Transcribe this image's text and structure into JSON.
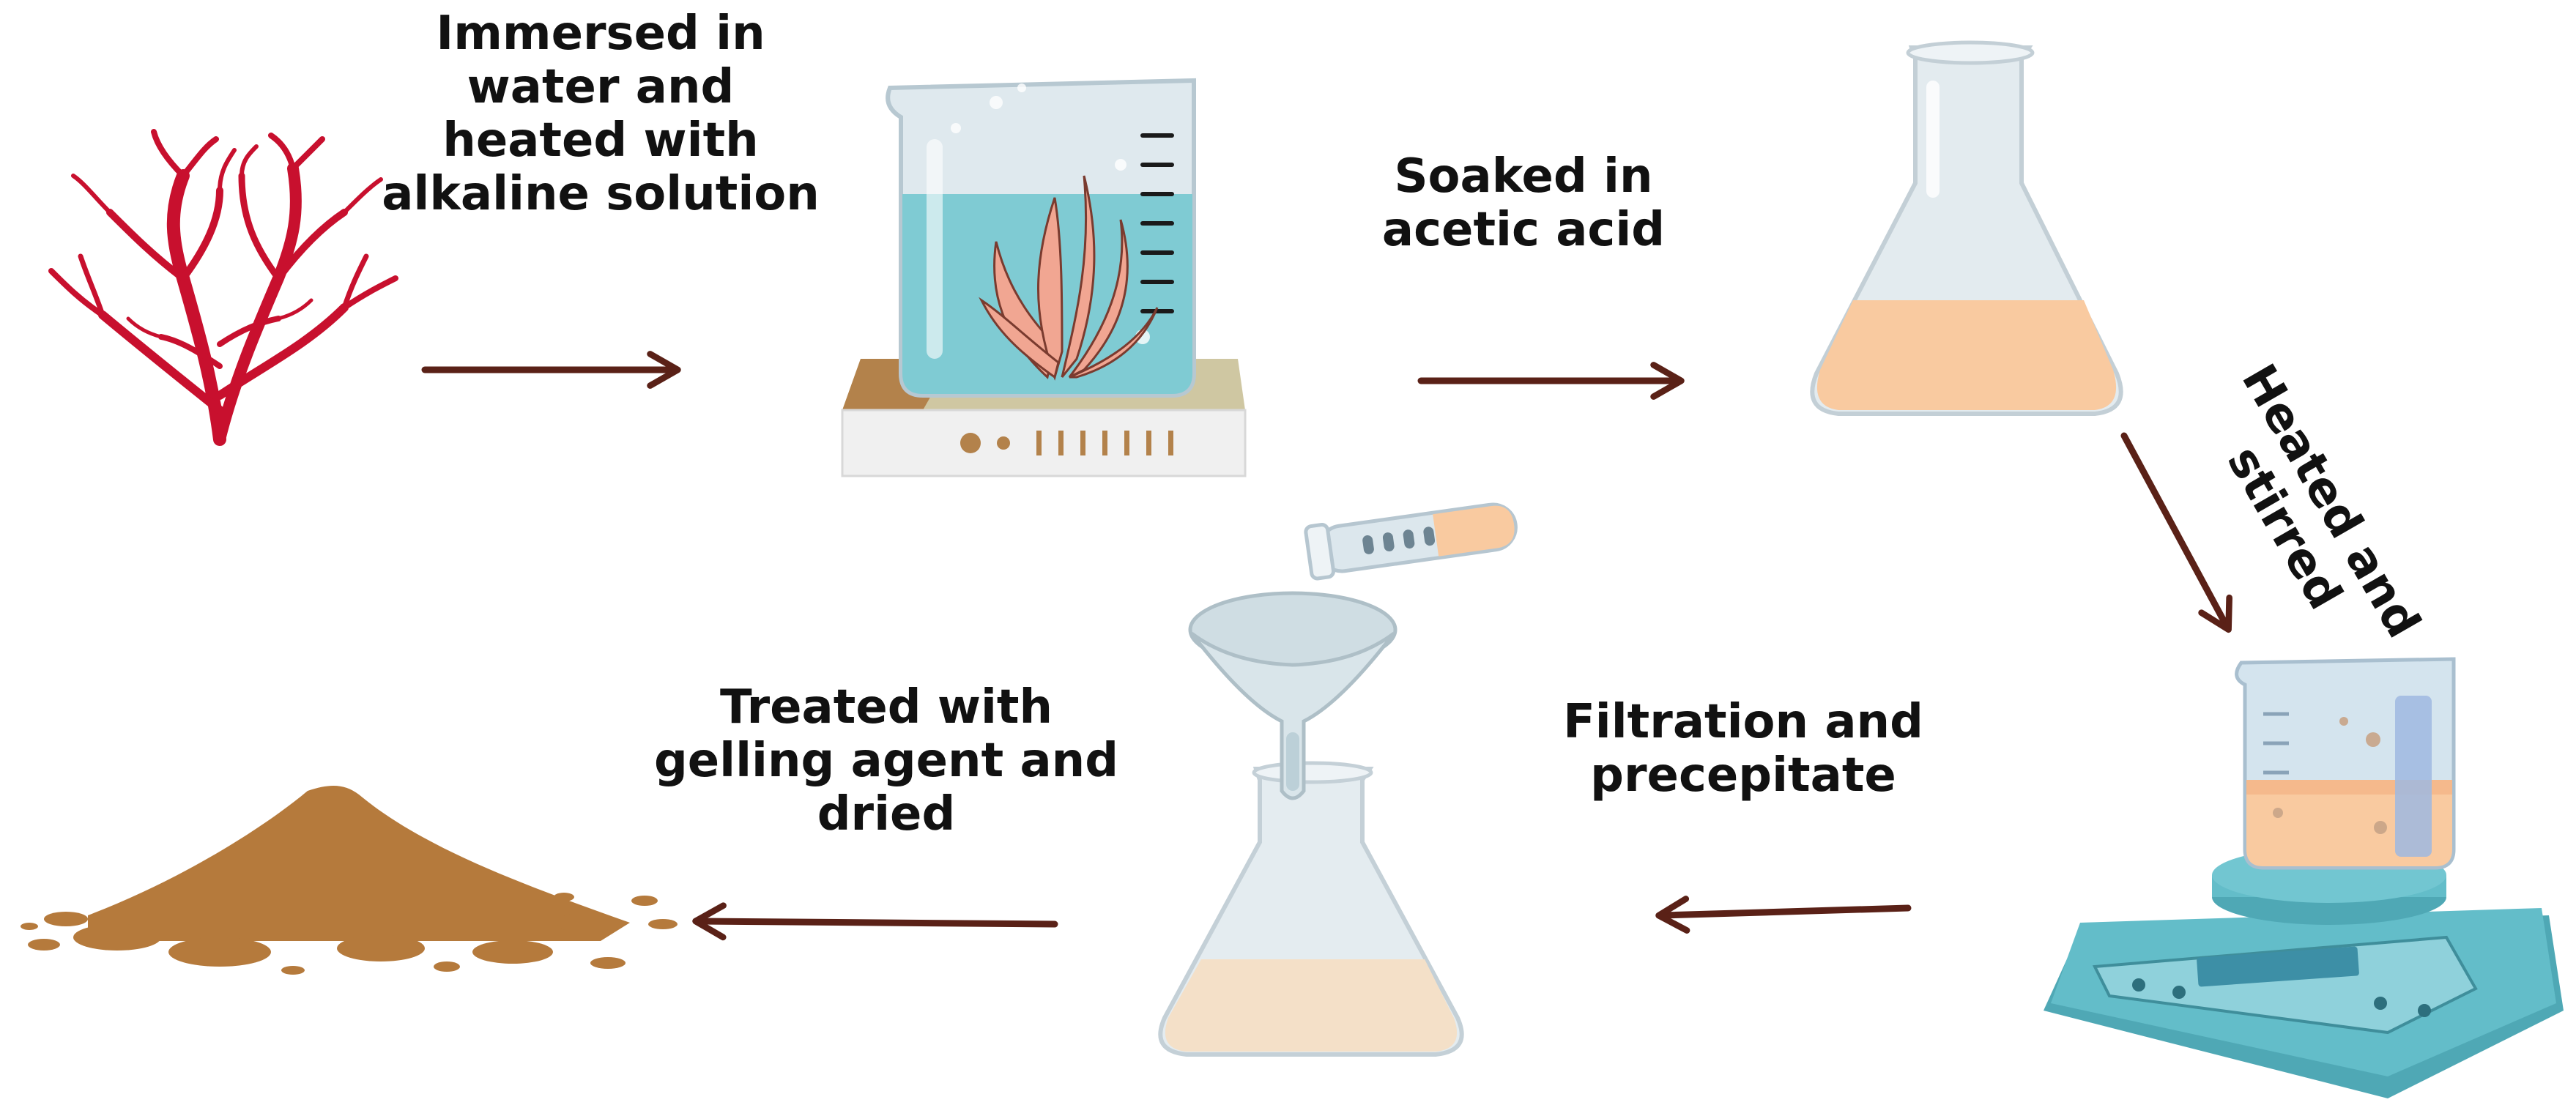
{
  "steps": [
    {
      "id": "step-1",
      "lines": [
        "Immersed in",
        "water and",
        "heated with",
        "alkaline solution"
      ]
    },
    {
      "id": "step-2",
      "lines": [
        "Soaked in",
        "acetic acid"
      ]
    },
    {
      "id": "step-3",
      "lines": [
        "Heated and",
        "stirred"
      ]
    },
    {
      "id": "step-4",
      "lines": [
        "Filtration and",
        "precepitate"
      ]
    },
    {
      "id": "step-5",
      "lines": [
        "Treated with",
        "gelling agent and",
        "dried"
      ]
    }
  ],
  "colors": {
    "arrow": "#5a2117",
    "seaweed": "#c8102e",
    "water": "#7fcbd3",
    "glass": "#dbe6ec",
    "liquid_peach": "#f9caa0",
    "liquid_cream": "#f4e0c8",
    "powder": "#b57a3c",
    "hotplate_base": "#e4e4e4",
    "scale_body": "#5fb6c4"
  },
  "icons": [
    "red-seaweed-icon",
    "beaker-on-hotplate-icon",
    "erlenmeyer-flask-icon",
    "beaker-on-stirrer-icon",
    "funnel-flask-icon",
    "test-tube-icon",
    "powder-pile-icon"
  ]
}
